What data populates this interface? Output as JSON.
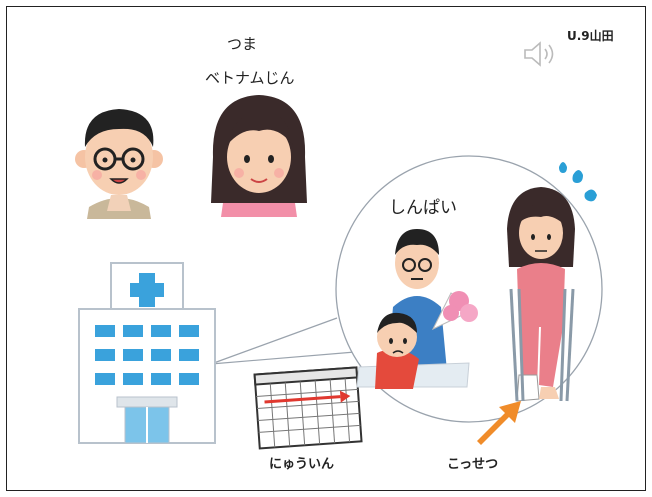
{
  "slide": {
    "lesson_tag": "U.9山田",
    "labels": {
      "tsuma": "つま",
      "nationality": "ベトナムじん",
      "shinpai": "しんぱい",
      "nyuuin": "にゅういん",
      "kossetsu": "こっせつ"
    },
    "icons": {
      "speaker": "speaker-icon",
      "husband": "man-with-glasses",
      "wife": "woman",
      "hospital": "hospital-building",
      "calendar": "calendar",
      "crutches": "woman-on-crutches",
      "worried_family": "man-and-boy-with-flowers",
      "arrow": "orange-arrow"
    },
    "colors": {
      "arrow": "#f08c2a",
      "hospital_window": "#3aa2dc",
      "hospital_cross": "#3aa2dc",
      "calendar_arrow": "#e0382f",
      "sweat": "#2a9fd6"
    }
  }
}
